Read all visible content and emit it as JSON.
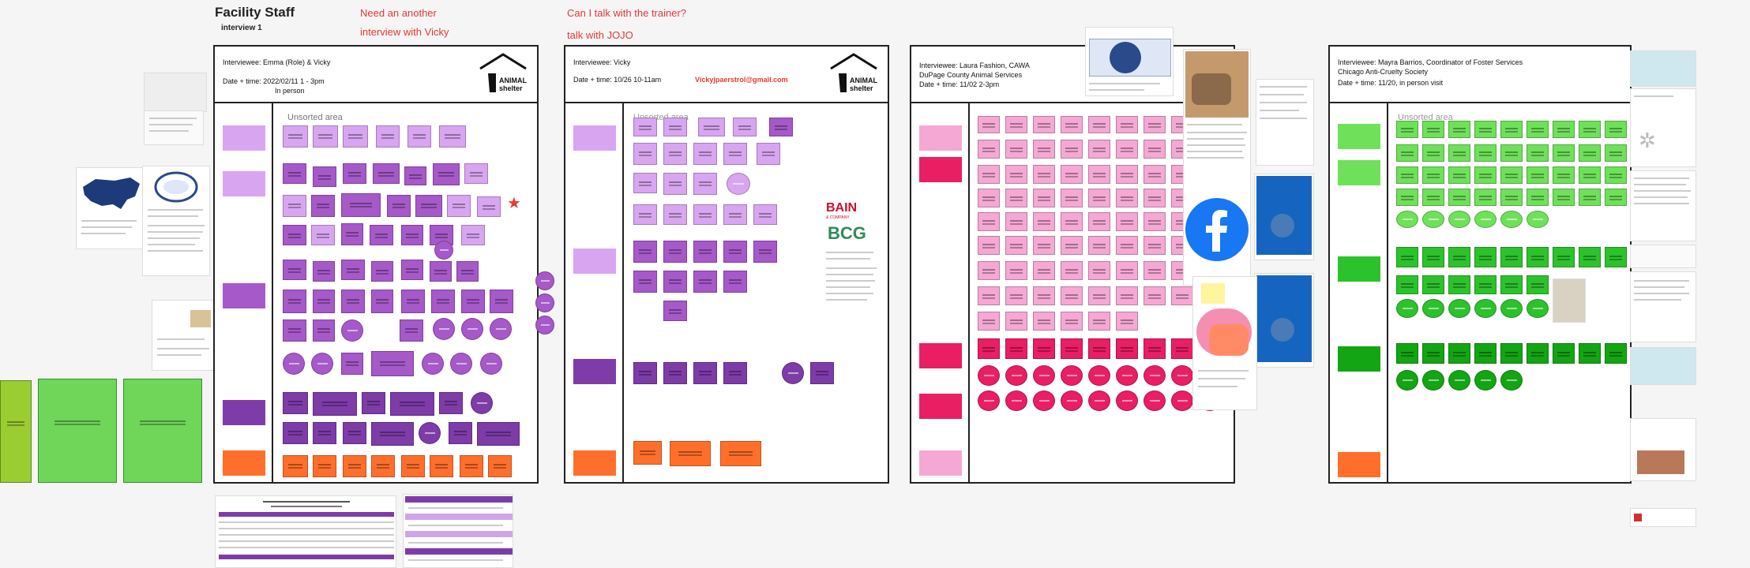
{
  "board": {
    "title": "Facility Staff",
    "subtitle": "interview 1",
    "top_notes": [
      {
        "text": "Need an another",
        "color": "#e53935"
      },
      {
        "text": "interview with Vicky",
        "color": "#e53935"
      },
      {
        "text": "Can I talk with the trainer?",
        "color": "#e53935"
      },
      {
        "text": "talk with JOJO",
        "color": "#e53935"
      }
    ]
  },
  "frames": [
    {
      "interviewee": "Interviewee: Emma (Role) & Vicky",
      "date": "Date + time: 2022/02/11 1 - 3pm",
      "mode": "In person",
      "area_label": "Unsorted area",
      "has_logo": true
    },
    {
      "interviewee": "Interviewee: Vicky",
      "date": "Date + time: 10/26 10-11am",
      "email": "Vickyjpaerstrol@gmail.com",
      "area_label": "Unsorted area",
      "has_logo": true
    },
    {
      "interviewee": "Interviewee: Laura Fashion, CAWA",
      "org": "DuPage County Animal Services",
      "date": "Date + time: 11/02 2-3pm",
      "area_label": "",
      "has_logo": false
    },
    {
      "interviewee": "Interviewee: Mayra Barrios, Coordinator of Foster Services",
      "org": "Chicago Anti-Cruelty Society",
      "date": "Date + time: 11/20, in person visit",
      "area_label": "Unsorted area",
      "has_logo": false
    }
  ],
  "logo_text": {
    "line1": "ANIMAL",
    "line2": "shelter"
  },
  "bain": {
    "text": "BAIN",
    "subtitle": "& COMPANY"
  },
  "bcg": {
    "text": "BCG"
  },
  "colors": {
    "purple_light": "#d8a6f0",
    "purple": "#a659c9",
    "purple_dark": "#7e3ca8",
    "pink_light": "#f5a8d4",
    "pink_dark": "#e91e63",
    "green_light": "#6fe05a",
    "green_dark": "#13a513",
    "orange": "#ff6f2b",
    "red_note": "#e53935",
    "facebook": "#1877f2"
  },
  "icons": [
    "shelter-logo-icon",
    "facebook-icon",
    "star-icon",
    "us-map-icon",
    "seal-icon"
  ]
}
